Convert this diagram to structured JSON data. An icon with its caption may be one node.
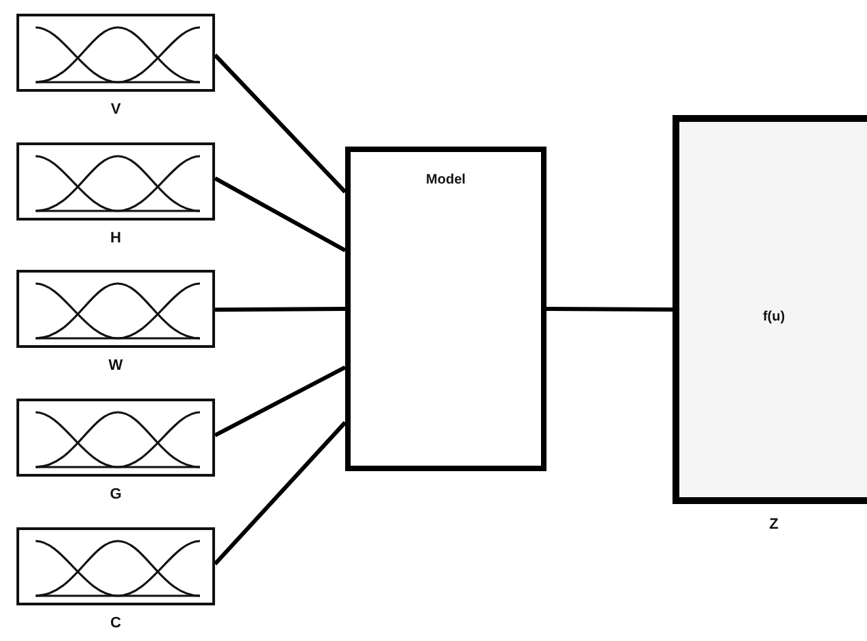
{
  "diagram": {
    "nodes": [
      {
        "text": [
          "V"
        ]
      },
      {
        "text": [
          "H"
        ]
      },
      {
        "text": [
          "W"
        ]
      },
      {
        "text": [
          "G"
        ]
      },
      {
        "text": [
          "C"
        ]
      },
      {
        "text": [
          "Model"
        ]
      },
      {
        "text": [
          "f(u)",
          "Z"
        ]
      }
    ],
    "edges": [
      {
        "from": 0,
        "to": 5,
        "arrow": "none"
      },
      {
        "from": 1,
        "to": 5,
        "arrow": "none"
      },
      {
        "from": 2,
        "to": 5,
        "arrow": "none"
      },
      {
        "from": 3,
        "to": 5,
        "arrow": "none"
      },
      {
        "from": 4,
        "to": 5,
        "arrow": "none"
      },
      {
        "from": 5,
        "to": 6,
        "arrow": "none"
      }
    ]
  }
}
